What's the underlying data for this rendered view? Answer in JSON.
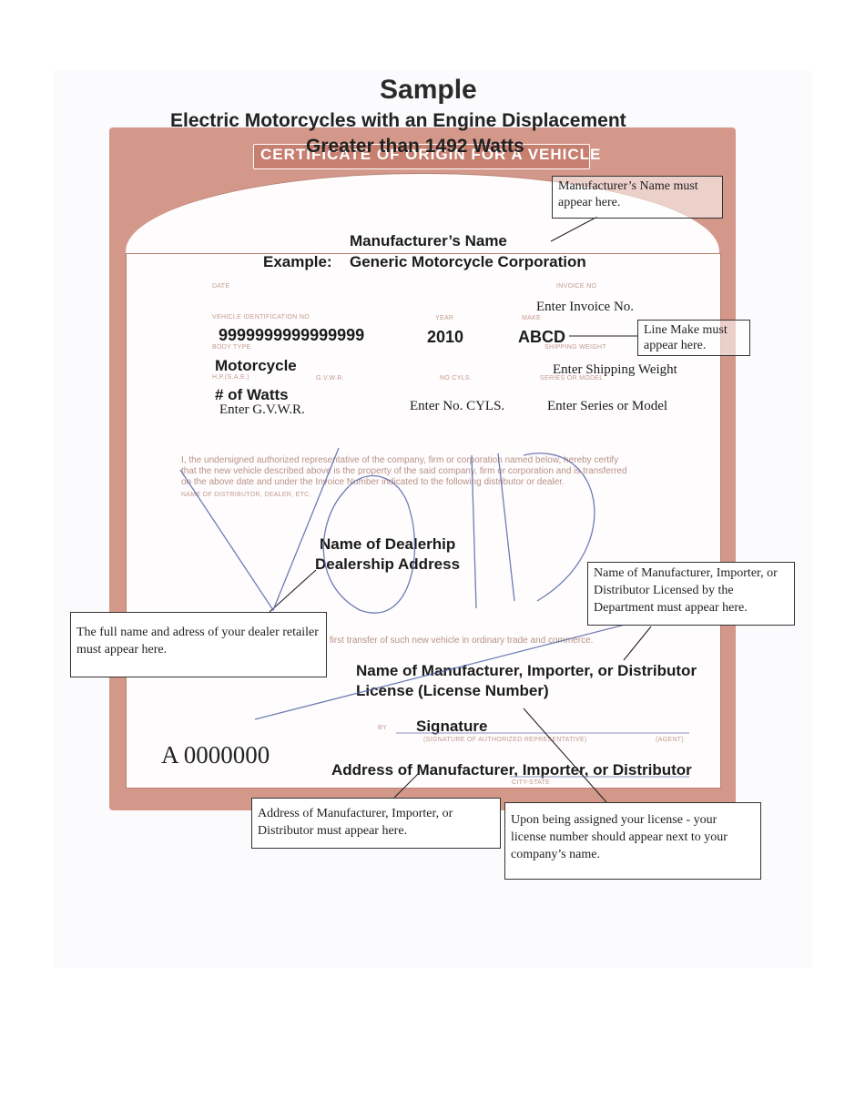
{
  "header": {
    "title": "Sample",
    "subtitle_line1": "Electric Motorcycles with an Engine Displacement",
    "subtitle_line2": "Greater than 1492 Watts"
  },
  "certificate": {
    "banner": "CERTIFICATE OF ORIGIN FOR A VEHICLE",
    "manufacturer_heading": "Manufacturer’s Name",
    "example_label": "Example:",
    "example_value": "Generic Motorcycle Corporation",
    "field_labels": {
      "date": "DATE",
      "invoice_no": "INVOICE NO",
      "vin": "VEHICLE IDENTIFICATION NO",
      "year": "YEAR",
      "make": "MAKE",
      "body_type": "BODY TYPE",
      "shipping_weight": "SHIPPING WEIGHT",
      "hp": "H.P.(S.A.E.)",
      "gvwr": "G.V.W.R.",
      "no_cyls": "NO CYLS.",
      "series_model": "SERIES OR MODEL",
      "distributor": "NAME OF DISTRIBUTOR, DEALER, ETC.",
      "by": "BY",
      "signature_caption": "(SIGNATURE OF AUTHORIZED REPRESENTATIVE)",
      "agent": "(AGENT)",
      "city_state": "CITY-STATE"
    },
    "values": {
      "invoice": "Enter Invoice No.",
      "vin": "9999999999999999",
      "year": "2010",
      "make": "ABCD",
      "body_type": "Motorcycle",
      "shipping_weight": "Enter Shipping Weight",
      "hp": "# of Watts",
      "gvwr": "Enter G.V.W.R.",
      "cyls": "Enter No. CYLS.",
      "series": "Enter Series or Model"
    },
    "certify_text": [
      "I, the undersigned authorized representative of the company, firm or corporation named below, hereby certify",
      "that the new vehicle described above is the property of the said company, firm or corporation and is transferred",
      "on the above date and under the Invoice Number indicated to the following distributor or dealer."
    ],
    "dealer_name": "Name of Dealerhip",
    "dealer_address": "Dealership Address",
    "first_transfer_text": "It is further certified that this was the first transfer of such new vehicle in ordinary trade and commerce.",
    "manufacturer_line": "Name of Manufacturer, Importer, or Distributor",
    "license_line": "License (License Number)",
    "signature": "Signature",
    "serial": "A 0000000",
    "address_line": "Address of Manufacturer, Importer, or Distributor",
    "void_text": "VOID"
  },
  "callouts": {
    "manufacturer_name": "Manufacturer’s Name must appear here.",
    "line_make": "Line Make must appear here.",
    "licensed_by": "Name of Manufacturer, Importer, or Distributor Licensed by the Department must appear here.",
    "dealer": "The full name and adress of your dealer retailer must appear here.",
    "address": "Address  of Manufacturer, Importer, or Distributor must appear here.",
    "license_number": "Upon being assigned your license - your license number should appear next to your company’s name."
  },
  "colors": {
    "frame": "#d4988a",
    "banner": "#c77f70",
    "void_ink": "#5566aa"
  }
}
